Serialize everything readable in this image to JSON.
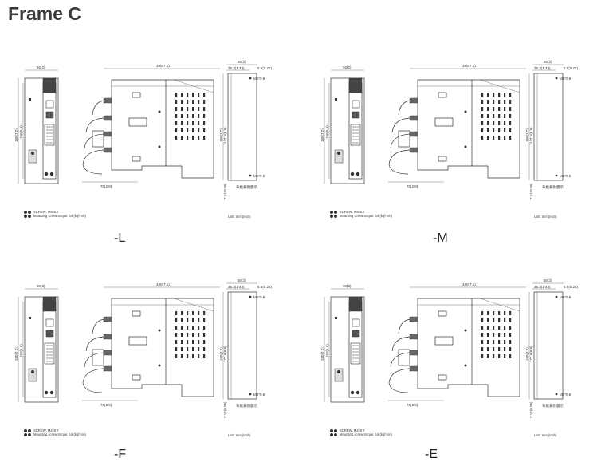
{
  "title": "Frame C",
  "dimensions": {
    "front_width": "50(2)",
    "front_height": "160(7.2)",
    "front_height_inner": "150(5.9)",
    "side_width": "180(7.1)",
    "bottom_depth": "70(2.8)",
    "rear_width": "50(2)",
    "rear_inner": "36.3(1.43)",
    "rear_offset": "5.5(0.22)",
    "rear_height": "160(7.2)",
    "rear_height_inner": "172.5(6.8)",
    "rear_bottom": "2.14(0.08)",
    "mount_hole": "M5*0.8",
    "mount_hole_lower": "M5*0.8",
    "note_cn": "背板鎖附圖示"
  },
  "notes": {
    "screw": "SCREW: M4x0.7",
    "torque": "Mounting screw torque: 14 (kgf-cm)",
    "unit": "Unit: mm (inch)"
  },
  "variants": [
    {
      "label": "-L"
    },
    {
      "label": "-M"
    },
    {
      "label": "-F"
    },
    {
      "label": "-E"
    }
  ]
}
